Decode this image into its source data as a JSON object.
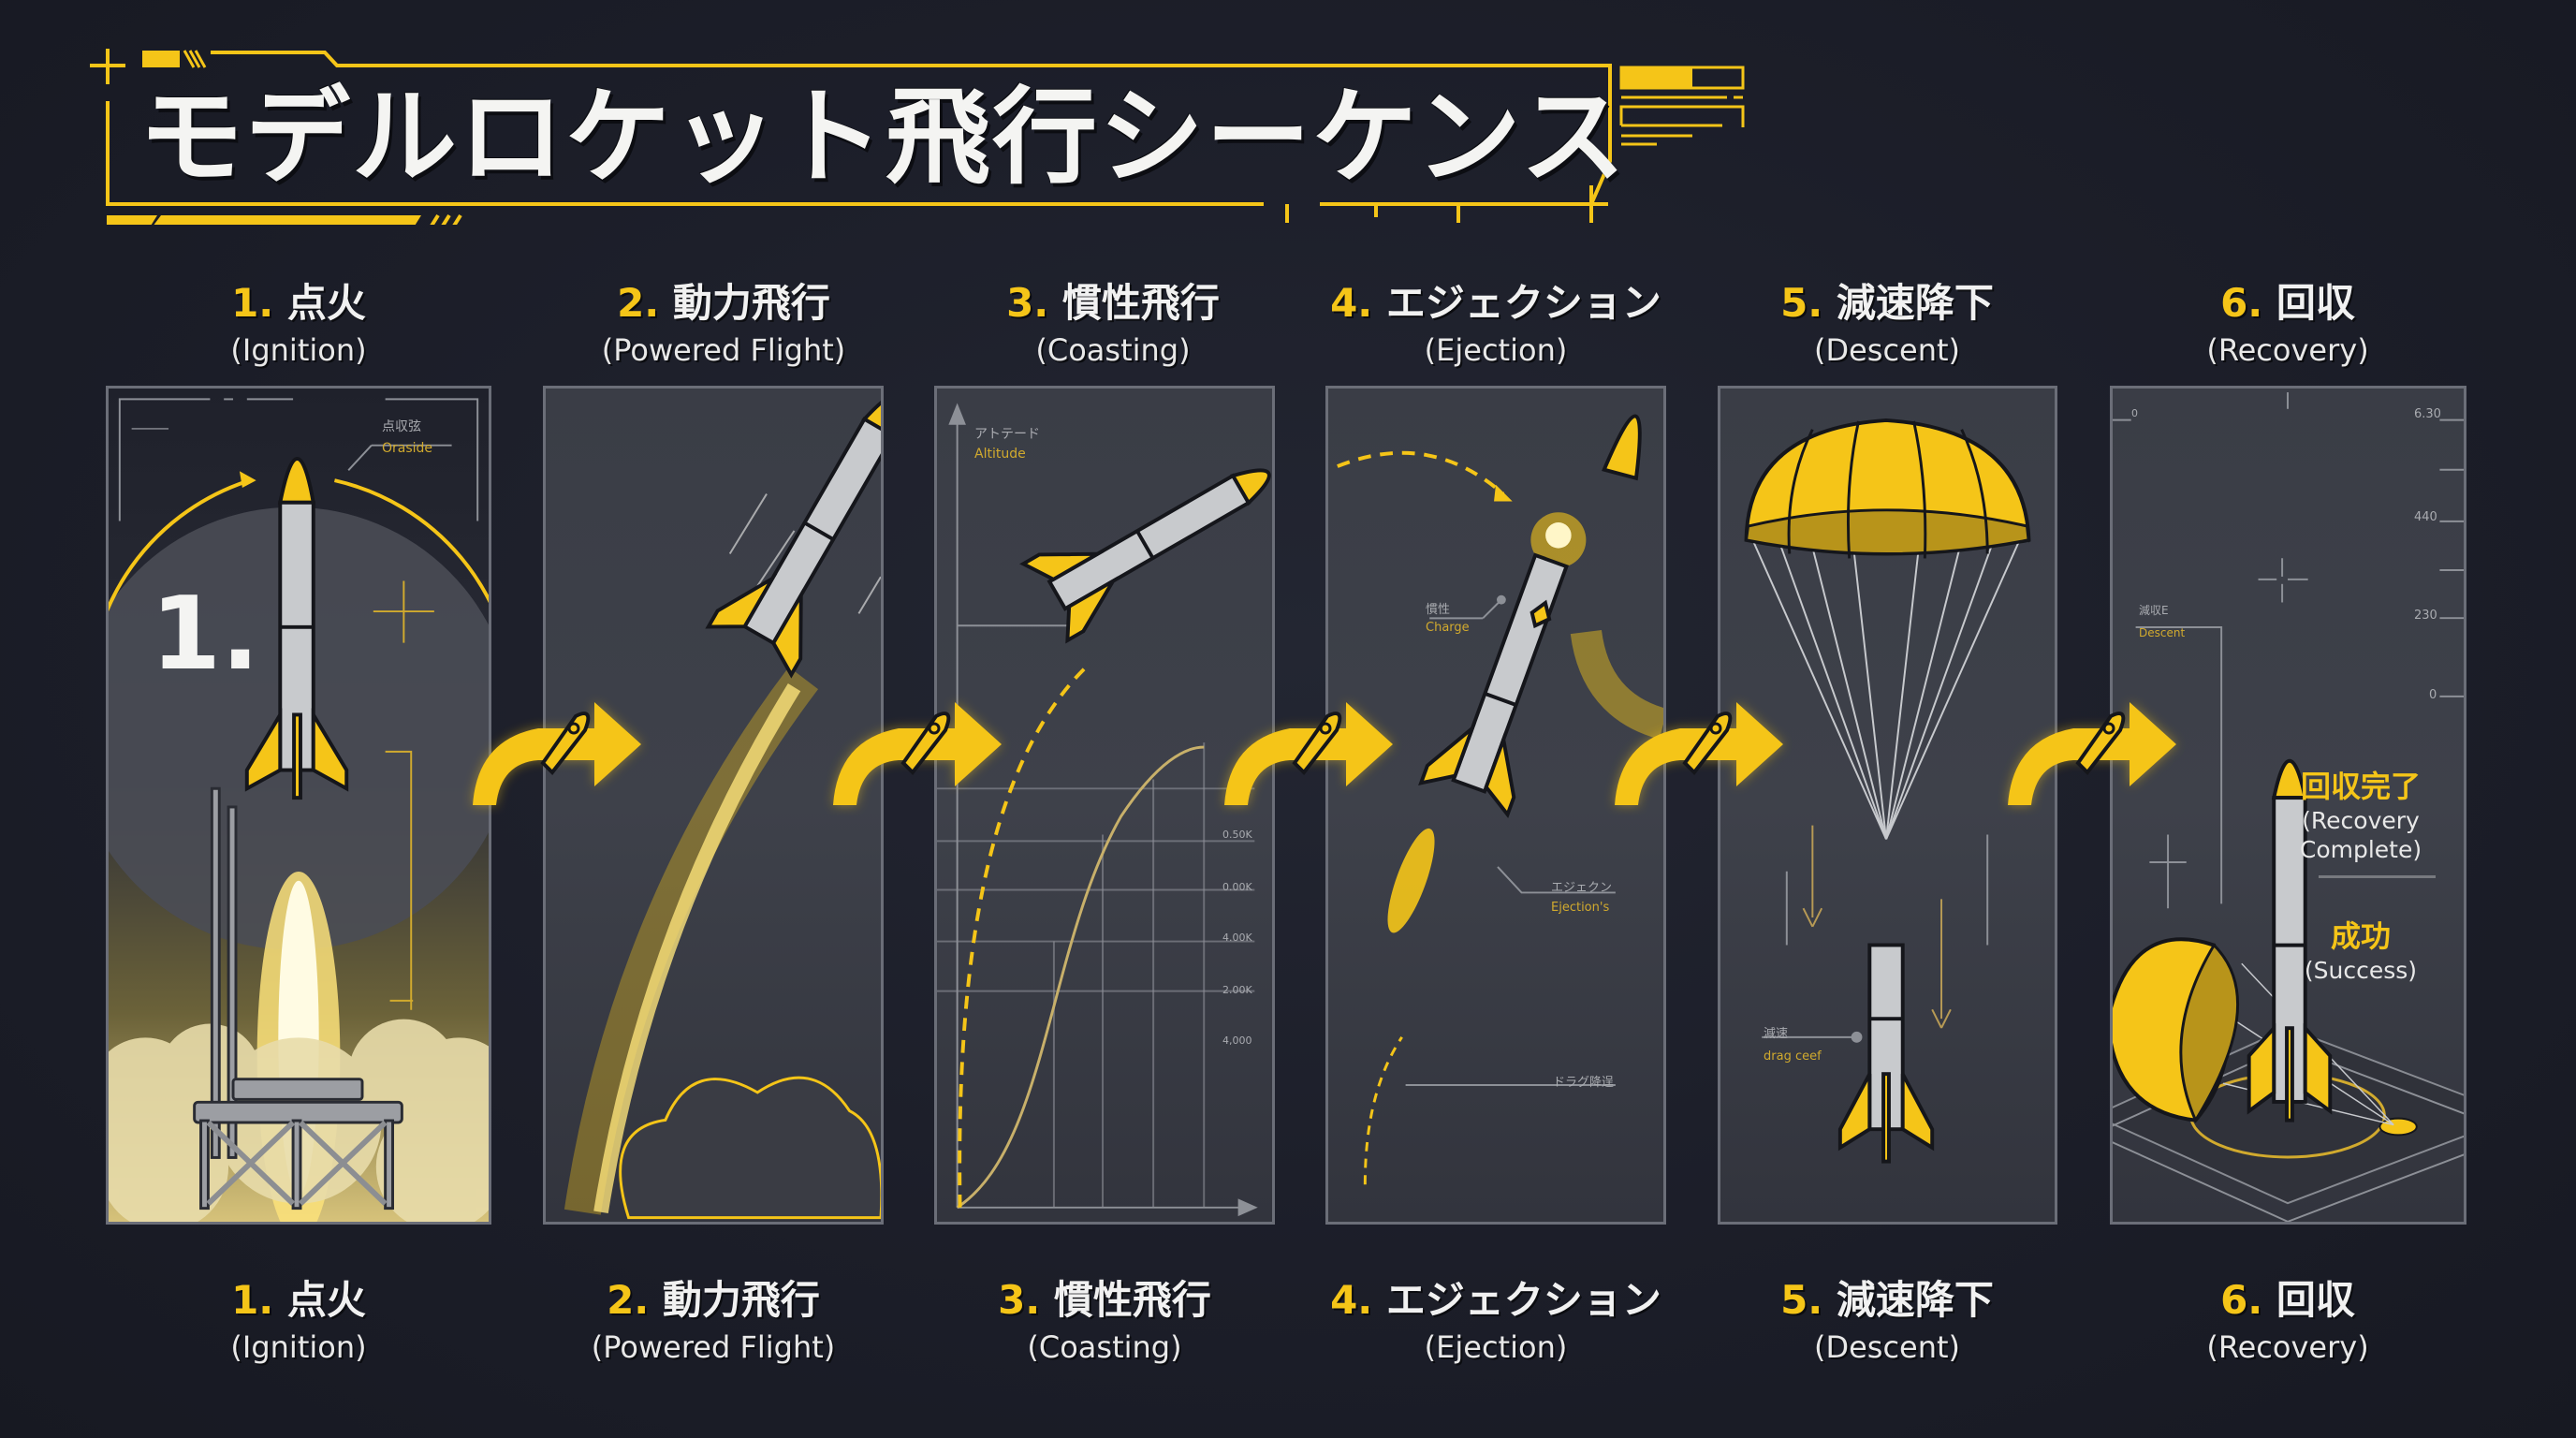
{
  "title": "モデルロケット飛行シーケンス",
  "colors": {
    "background": "#1c1e29",
    "accent": "#f5c518",
    "panel": "#3c3f48",
    "panel_border": "#6b6e78",
    "text": "#f1f1f1"
  },
  "steps": [
    {
      "num": "1.",
      "jp": "点火",
      "en": "(Ignition)"
    },
    {
      "num": "2.",
      "jp": "動力飛行",
      "en": "(Powered Flight)"
    },
    {
      "num": "3.",
      "jp": "慣性飛行",
      "en": "(Coasting)"
    },
    {
      "num": "4.",
      "jp": "エジェクション",
      "en": "(Ejection)"
    },
    {
      "num": "5.",
      "jp": "減速降下",
      "en": "(Descent)"
    },
    {
      "num": "6.",
      "jp": "回収",
      "en": "(Recovery)"
    }
  ],
  "panel1": {
    "big_number": "1.",
    "callout_jp": "点収弦",
    "callout_en": "Oraside"
  },
  "panel3": {
    "axis_jp": "アトテード",
    "axis_en": "Altitude",
    "ticks": [
      "0.50K",
      "0.00K",
      "4.00K",
      "2.00K",
      "4,000"
    ]
  },
  "panel4": {
    "charge_jp": "慣性",
    "charge_en": "Charge",
    "ejection_jp": "エジェクン",
    "ejection_en": "Ejection's",
    "drag_jp": "ドラグ降逞"
  },
  "panel5": {
    "drag_jp": "減速",
    "drag_en": "drag ceef"
  },
  "panel6": {
    "ticks": [
      "6.30",
      "440",
      "230",
      "0"
    ],
    "top_left_tick": "0",
    "descent_jp": "減収E",
    "descent_en": "Descent",
    "status": [
      {
        "jp": "回収完了",
        "en": "(Recovery Complete)"
      },
      {
        "jp": "成功",
        "en": "(Success)"
      }
    ]
  }
}
